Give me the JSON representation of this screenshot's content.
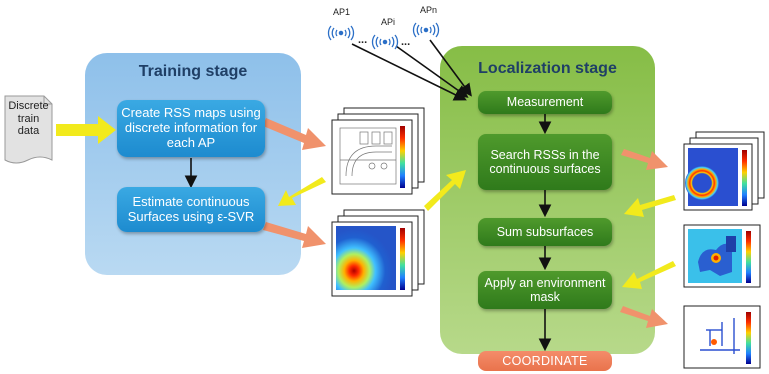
{
  "input": {
    "line1": "Discrete",
    "line2": "train",
    "line3": "data"
  },
  "training": {
    "title": "Training stage",
    "step1": "Create RSS maps using discrete information for each AP",
    "step2": "Estimate continuous Surfaces using ε-SVR"
  },
  "access_points": {
    "ap1": "AP1",
    "api": "APi",
    "apn": "APn",
    "ellipsis": "..."
  },
  "localization": {
    "title": "Localization stage",
    "step1": "Measurement",
    "step2": "Search RSSs in the continuous surfaces",
    "step3": "Sum subsurfaces",
    "step4": "Apply an environment mask",
    "output": "COORDINATE"
  },
  "colors": {
    "training_bg": "#a9cfee",
    "training_box": "#2a9ad9",
    "localization_bg": "#9fcb66",
    "localization_box": "#3e8a24",
    "output_box": "#ee7d58",
    "flow_arrow_orange": "#f0926c",
    "flow_arrow_yellow": "#f2ea1c"
  }
}
